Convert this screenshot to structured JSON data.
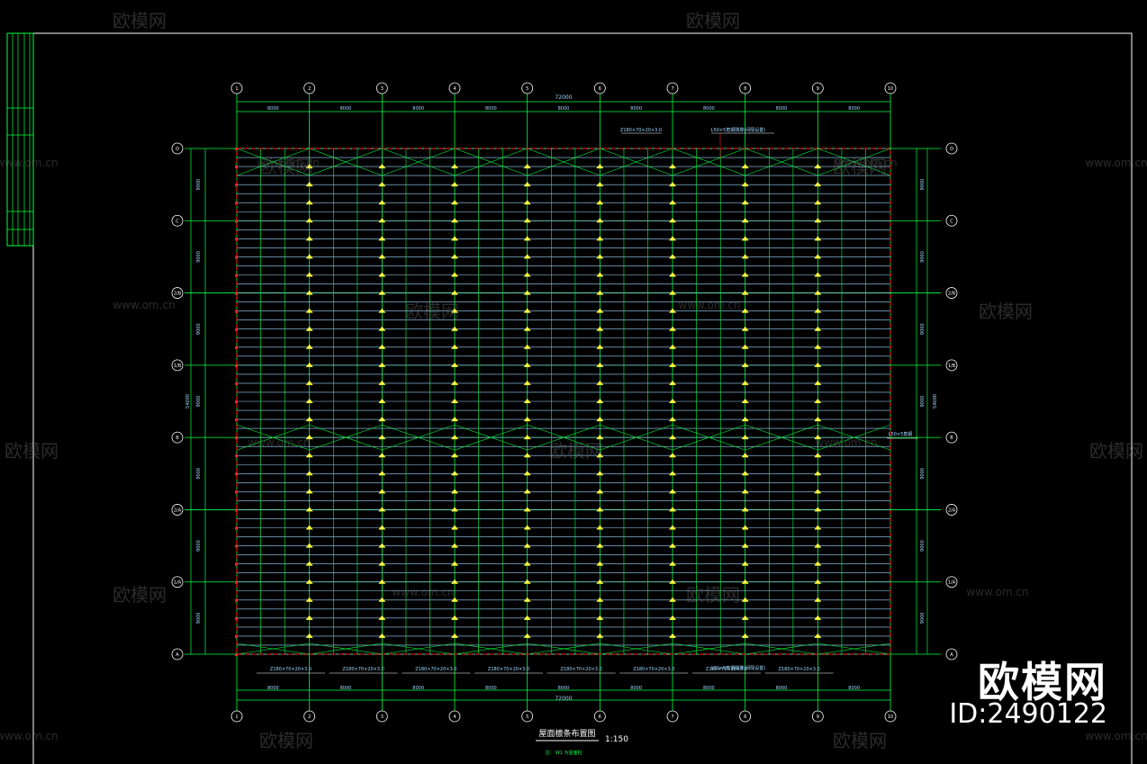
{
  "drawing": {
    "title": "屋面檩条布置图",
    "scale": "1:150",
    "note": "注：  W1 为屋面柱",
    "axes_x": [
      "1",
      "2",
      "3",
      "4",
      "5",
      "6",
      "7",
      "8",
      "9",
      "10"
    ],
    "axes_y": [
      "D",
      "C",
      "2/B",
      "1/B",
      "B",
      "2/A",
      "1/A",
      "A"
    ],
    "bay_dims": [
      "8000",
      "8000",
      "8000",
      "8000",
      "8000",
      "8000",
      "8000",
      "8000",
      "8000"
    ],
    "total_dim": "72000",
    "side_dims": [
      "9000",
      "9000",
      "9000",
      "9000",
      "9000",
      "9000",
      "9000"
    ],
    "side_total": "54000",
    "member_labels": [
      "Z180×70×20×3.0",
      "Z180×70×20×3.0",
      "Z180×70×20×3.0",
      "Z180×70×20×3.0",
      "Z180×70×20×3.0",
      "Z180×70×20×3.0",
      "Z180×70×20×3.0",
      "Z180×70×20×3.0"
    ],
    "member_labels_top": [
      "Z180×70×20×3.0",
      "L50×5角钢隅撑(间隔设置)"
    ],
    "member_label_mid": "L50×5角钢",
    "member_label_bottom": "L50×5角钢隅撑(间隔设置)"
  },
  "watermark": {
    "brand": "欧模网",
    "site": "www.om.cn",
    "id": "ID:2490122"
  },
  "colors": {
    "background": "#000000",
    "frame": "#ffffff",
    "grid": "#00ff40",
    "purlin": "#9fd8ff",
    "brace": "#ffff3c",
    "edge": "#ff2020",
    "watermark": "#7d7d7d"
  }
}
